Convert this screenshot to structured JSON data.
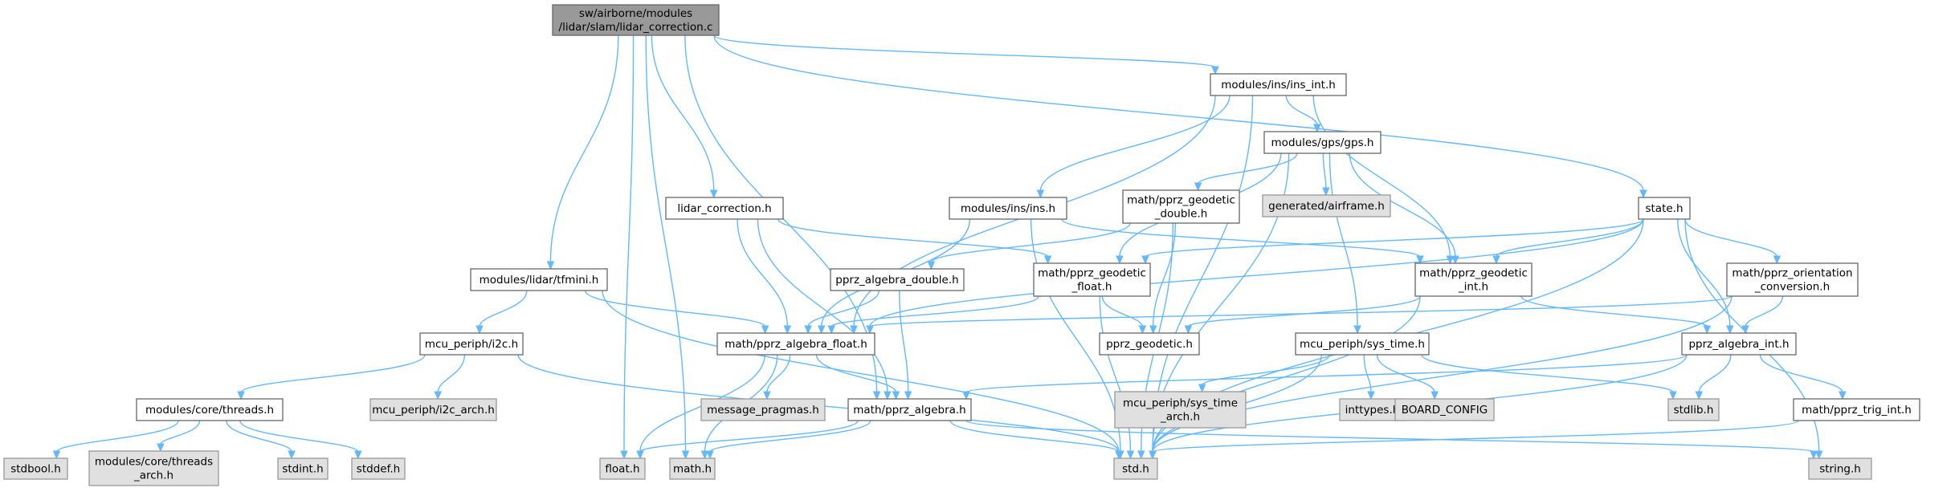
{
  "nodes": [
    {
      "id": "main",
      "kind": "main",
      "lines": [
        "sw/airborne/modules",
        "/lidar/slam/lidar_correction.c"
      ]
    },
    {
      "id": "ins_int",
      "kind": "normal",
      "lines": [
        "modules/ins/ins_int.h"
      ]
    },
    {
      "id": "gps",
      "kind": "normal",
      "lines": [
        "modules/gps/gps.h"
      ]
    },
    {
      "id": "geo_double",
      "kind": "normal",
      "lines": [
        "math/pprz_geodetic",
        "_double.h"
      ]
    },
    {
      "id": "airframe",
      "kind": "external",
      "lines": [
        "generated/airframe.h"
      ]
    },
    {
      "id": "lidar_corr",
      "kind": "normal",
      "lines": [
        "lidar_correction.h"
      ]
    },
    {
      "id": "ins",
      "kind": "normal",
      "lines": [
        "modules/ins/ins.h"
      ]
    },
    {
      "id": "state",
      "kind": "normal",
      "lines": [
        "state.h"
      ]
    },
    {
      "id": "tfmini",
      "kind": "normal",
      "lines": [
        "modules/lidar/tfmini.h"
      ]
    },
    {
      "id": "alg_double",
      "kind": "normal",
      "lines": [
        "pprz_algebra_double.h"
      ]
    },
    {
      "id": "geo_float",
      "kind": "normal",
      "lines": [
        "math/pprz_geodetic",
        "_float.h"
      ]
    },
    {
      "id": "geo_int",
      "kind": "normal",
      "lines": [
        "math/pprz_geodetic",
        "_int.h"
      ]
    },
    {
      "id": "orient",
      "kind": "normal",
      "lines": [
        "math/pprz_orientation",
        "_conversion.h"
      ]
    },
    {
      "id": "i2c",
      "kind": "normal",
      "lines": [
        "mcu_periph/i2c.h"
      ]
    },
    {
      "id": "alg_float",
      "kind": "normal",
      "lines": [
        "math/pprz_algebra_float.h"
      ]
    },
    {
      "id": "geodetic",
      "kind": "normal",
      "lines": [
        "pprz_geodetic.h"
      ]
    },
    {
      "id": "sys_time",
      "kind": "normal",
      "lines": [
        "mcu_periph/sys_time.h"
      ]
    },
    {
      "id": "alg_int",
      "kind": "normal",
      "lines": [
        "pprz_algebra_int.h"
      ]
    },
    {
      "id": "threads",
      "kind": "normal",
      "lines": [
        "modules/core/threads.h"
      ]
    },
    {
      "id": "i2c_arch",
      "kind": "external",
      "lines": [
        "mcu_periph/i2c_arch.h"
      ]
    },
    {
      "id": "msg_pragmas",
      "kind": "external",
      "lines": [
        "message_pragmas.h"
      ]
    },
    {
      "id": "algebra",
      "kind": "normal",
      "lines": [
        "math/pprz_algebra.h"
      ]
    },
    {
      "id": "sys_time_arch",
      "kind": "external",
      "lines": [
        "mcu_periph/sys_time",
        "_arch.h"
      ]
    },
    {
      "id": "inttypes",
      "kind": "external",
      "lines": [
        "inttypes.h"
      ]
    },
    {
      "id": "board_config",
      "kind": "external",
      "lines": [
        "BOARD_CONFIG"
      ]
    },
    {
      "id": "stdlib",
      "kind": "external",
      "lines": [
        "stdlib.h"
      ]
    },
    {
      "id": "trig_int",
      "kind": "normal",
      "lines": [
        "math/pprz_trig_int.h"
      ]
    },
    {
      "id": "stdbool",
      "kind": "external",
      "lines": [
        "stdbool.h"
      ]
    },
    {
      "id": "threads_arch",
      "kind": "external",
      "lines": [
        "modules/core/threads",
        "_arch.h"
      ]
    },
    {
      "id": "stdint",
      "kind": "external",
      "lines": [
        "stdint.h"
      ]
    },
    {
      "id": "stddef",
      "kind": "external",
      "lines": [
        "stddef.h"
      ]
    },
    {
      "id": "float_h",
      "kind": "external",
      "lines": [
        "float.h"
      ]
    },
    {
      "id": "math_h",
      "kind": "external",
      "lines": [
        "math.h"
      ]
    },
    {
      "id": "std_h",
      "kind": "external",
      "lines": [
        "std.h"
      ]
    },
    {
      "id": "string_h",
      "kind": "external",
      "lines": [
        "string.h"
      ]
    }
  ],
  "edges": [
    [
      "main",
      "ins_int"
    ],
    [
      "main",
      "state"
    ],
    [
      "main",
      "lidar_corr"
    ],
    [
      "main",
      "tfmini"
    ],
    [
      "main",
      "algebra"
    ],
    [
      "main",
      "float_h"
    ],
    [
      "main",
      "math_h"
    ],
    [
      "ins_int",
      "ins"
    ],
    [
      "ins_int",
      "gps"
    ],
    [
      "ins_int",
      "alg_float"
    ],
    [
      "ins_int",
      "geo_int"
    ],
    [
      "ins_int",
      "std_h"
    ],
    [
      "gps",
      "geo_double"
    ],
    [
      "gps",
      "airframe"
    ],
    [
      "gps",
      "geo_float"
    ],
    [
      "gps",
      "geo_int"
    ],
    [
      "gps",
      "sys_time"
    ],
    [
      "gps",
      "std_h"
    ],
    [
      "geo_double",
      "alg_double"
    ],
    [
      "geo_double",
      "geodetic"
    ],
    [
      "geo_double",
      "std_h"
    ],
    [
      "lidar_corr",
      "alg_float"
    ],
    [
      "lidar_corr",
      "geo_float"
    ],
    [
      "lidar_corr",
      "algebra"
    ],
    [
      "ins",
      "alg_float"
    ],
    [
      "ins",
      "geo_int"
    ],
    [
      "ins",
      "std_h"
    ],
    [
      "state",
      "geo_float"
    ],
    [
      "state",
      "geo_int"
    ],
    [
      "state",
      "alg_float"
    ],
    [
      "state",
      "orient"
    ],
    [
      "state",
      "alg_int"
    ],
    [
      "state",
      "std_h"
    ],
    [
      "state",
      "string_h"
    ],
    [
      "tfmini",
      "i2c"
    ],
    [
      "tfmini",
      "alg_float"
    ],
    [
      "tfmini",
      "std_h"
    ],
    [
      "alg_double",
      "alg_float"
    ],
    [
      "alg_double",
      "algebra"
    ],
    [
      "geo_float",
      "alg_float"
    ],
    [
      "geo_float",
      "geodetic"
    ],
    [
      "geo_float",
      "std_h"
    ],
    [
      "geo_int",
      "geodetic"
    ],
    [
      "geo_int",
      "alg_int"
    ],
    [
      "geo_int",
      "std_h"
    ],
    [
      "orient",
      "alg_float"
    ],
    [
      "orient",
      "alg_int"
    ],
    [
      "orient",
      "std_h"
    ],
    [
      "i2c",
      "threads"
    ],
    [
      "i2c",
      "i2c_arch"
    ],
    [
      "i2c",
      "std_h"
    ],
    [
      "alg_float",
      "msg_pragmas"
    ],
    [
      "alg_float",
      "algebra"
    ],
    [
      "alg_float",
      "float_h"
    ],
    [
      "alg_float",
      "math_h"
    ],
    [
      "sys_time",
      "sys_time_arch"
    ],
    [
      "sys_time",
      "inttypes"
    ],
    [
      "sys_time",
      "board_config"
    ],
    [
      "sys_time",
      "stdlib"
    ],
    [
      "sys_time",
      "std_h"
    ],
    [
      "alg_int",
      "algebra"
    ],
    [
      "alg_int",
      "stdlib"
    ],
    [
      "alg_int",
      "trig_int"
    ],
    [
      "alg_int",
      "std_h"
    ],
    [
      "threads",
      "stdbool"
    ],
    [
      "threads",
      "threads_arch"
    ],
    [
      "threads",
      "stdint"
    ],
    [
      "threads",
      "stddef"
    ],
    [
      "algebra",
      "float_h"
    ],
    [
      "algebra",
      "math_h"
    ],
    [
      "algebra",
      "std_h"
    ],
    [
      "algebra",
      "string_h"
    ],
    [
      "trig_int",
      "std_h"
    ]
  ]
}
